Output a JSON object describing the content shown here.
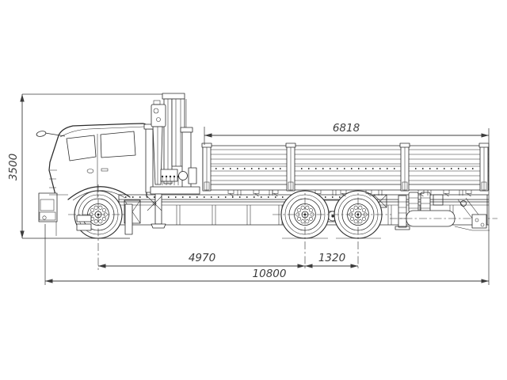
{
  "dimensions": {
    "height": "3500",
    "bed_length": "6818",
    "wheelbase": "4970",
    "rear_axle_spacing": "1320",
    "overall_length": "10800"
  },
  "colors": {
    "line": "#2b2b2b",
    "dimension": "#3c3c3c",
    "background": "#ffffff"
  }
}
